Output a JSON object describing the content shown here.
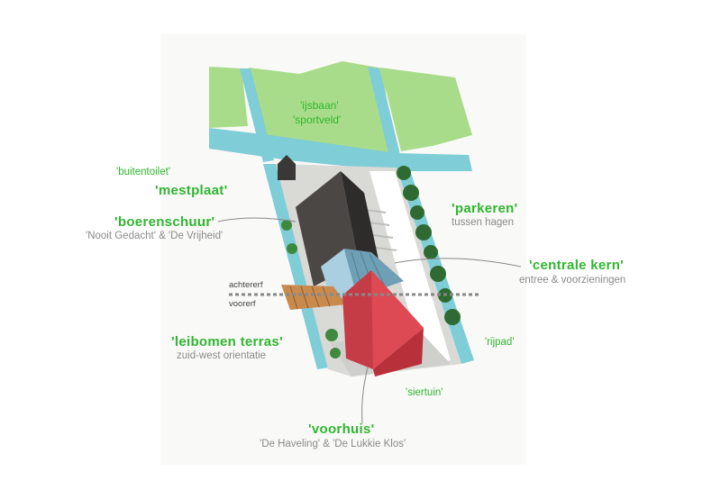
{
  "labels": {
    "ijsbaan": "'ijsbaan'",
    "sportveld": "'sportveld'",
    "buitentoilet": "'buitentoilet'",
    "mestplaat": "'mestplaat'",
    "boerenschuur": "'boerenschuur'",
    "boerenschuur_sub": "'Nooit Gedacht' & 'De Vrijheid'",
    "parkeren": "'parkeren'",
    "parkeren_sub": "tussen hagen",
    "centrale_kern": "'centrale kern'",
    "centrale_kern_sub": "entree & voorzieningen",
    "achtererf": "achtererf",
    "voorerf": "voorerf",
    "leibomen_terras": "'leibomen terras'",
    "leibomen_terras_sub": "zuid-west orientatie",
    "rijpad": "'rijpad'",
    "siertuin": "'siertuin'",
    "voorhuis": "'voorhuis'",
    "voorhuis_sub": "'De Haveling' & 'De Lukkie Klos'"
  },
  "colors": {
    "label_green": "#2fb62f",
    "label_gray": "#8a8a8a",
    "meadow": "#a9dc8a",
    "water": "#7fcdd6",
    "barn": "#4a4744",
    "house_red": "#dd4a54",
    "core_blue": "#8ab8cc",
    "terrace": "#c98a4e",
    "hedge": "#2f6a33"
  }
}
